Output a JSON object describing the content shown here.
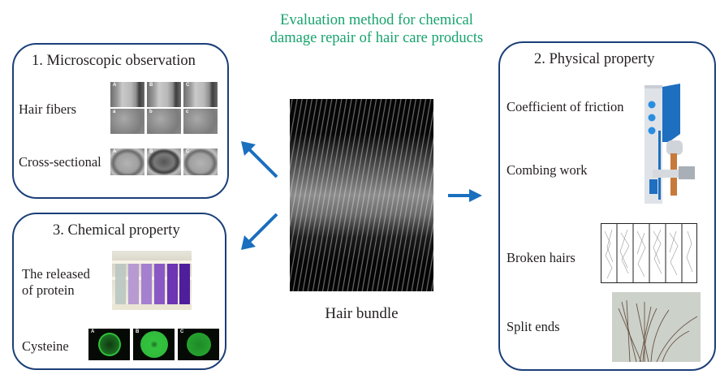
{
  "title": {
    "line1": "Evaluation method for chemical",
    "line2": "damage repair of hair care products",
    "color": "#17a36d"
  },
  "center": {
    "image": "hair-bundle-photo",
    "caption": "Hair bundle"
  },
  "arrows": [
    {
      "direction": "up-left",
      "target": "1. Microscopic observation",
      "color": "#1a6fbf"
    },
    {
      "direction": "down-left",
      "target": "3. Chemical property",
      "color": "#1a6fbf"
    },
    {
      "direction": "right",
      "target": "2. Physical property",
      "color": "#1a6fbf"
    }
  ],
  "panels": {
    "microscopic": {
      "heading": "1. Microscopic observation",
      "items": [
        {
          "label": "Hair fibers",
          "image_tags_top": [
            "A",
            "B",
            "C"
          ],
          "image_tags_bottom": [
            "a",
            "b",
            "c"
          ]
        },
        {
          "label": "Cross-sectional",
          "image_tags": [
            "A",
            "B",
            "C"
          ]
        }
      ]
    },
    "chemical": {
      "heading": "3. Chemical property",
      "items": [
        {
          "label_line1": "The released",
          "label_line2": "of protein",
          "image": "test-tubes-photo"
        },
        {
          "label": "Cysteine",
          "image_tags": [
            "A",
            "B",
            "C"
          ]
        }
      ]
    },
    "physical": {
      "heading": "2. Physical property",
      "items": [
        {
          "label": "Coefficient of friction"
        },
        {
          "label": "Combing work",
          "image": "combing-instrument-photo"
        },
        {
          "label": "Broken hairs",
          "image": "broken-hairs-grid",
          "columns": 6
        },
        {
          "label": "Split ends",
          "image": "split-ends-photo"
        }
      ]
    }
  },
  "colors": {
    "panel_border": "#1b3f78",
    "arrow": "#1a6fbf",
    "text": "#231f20"
  }
}
